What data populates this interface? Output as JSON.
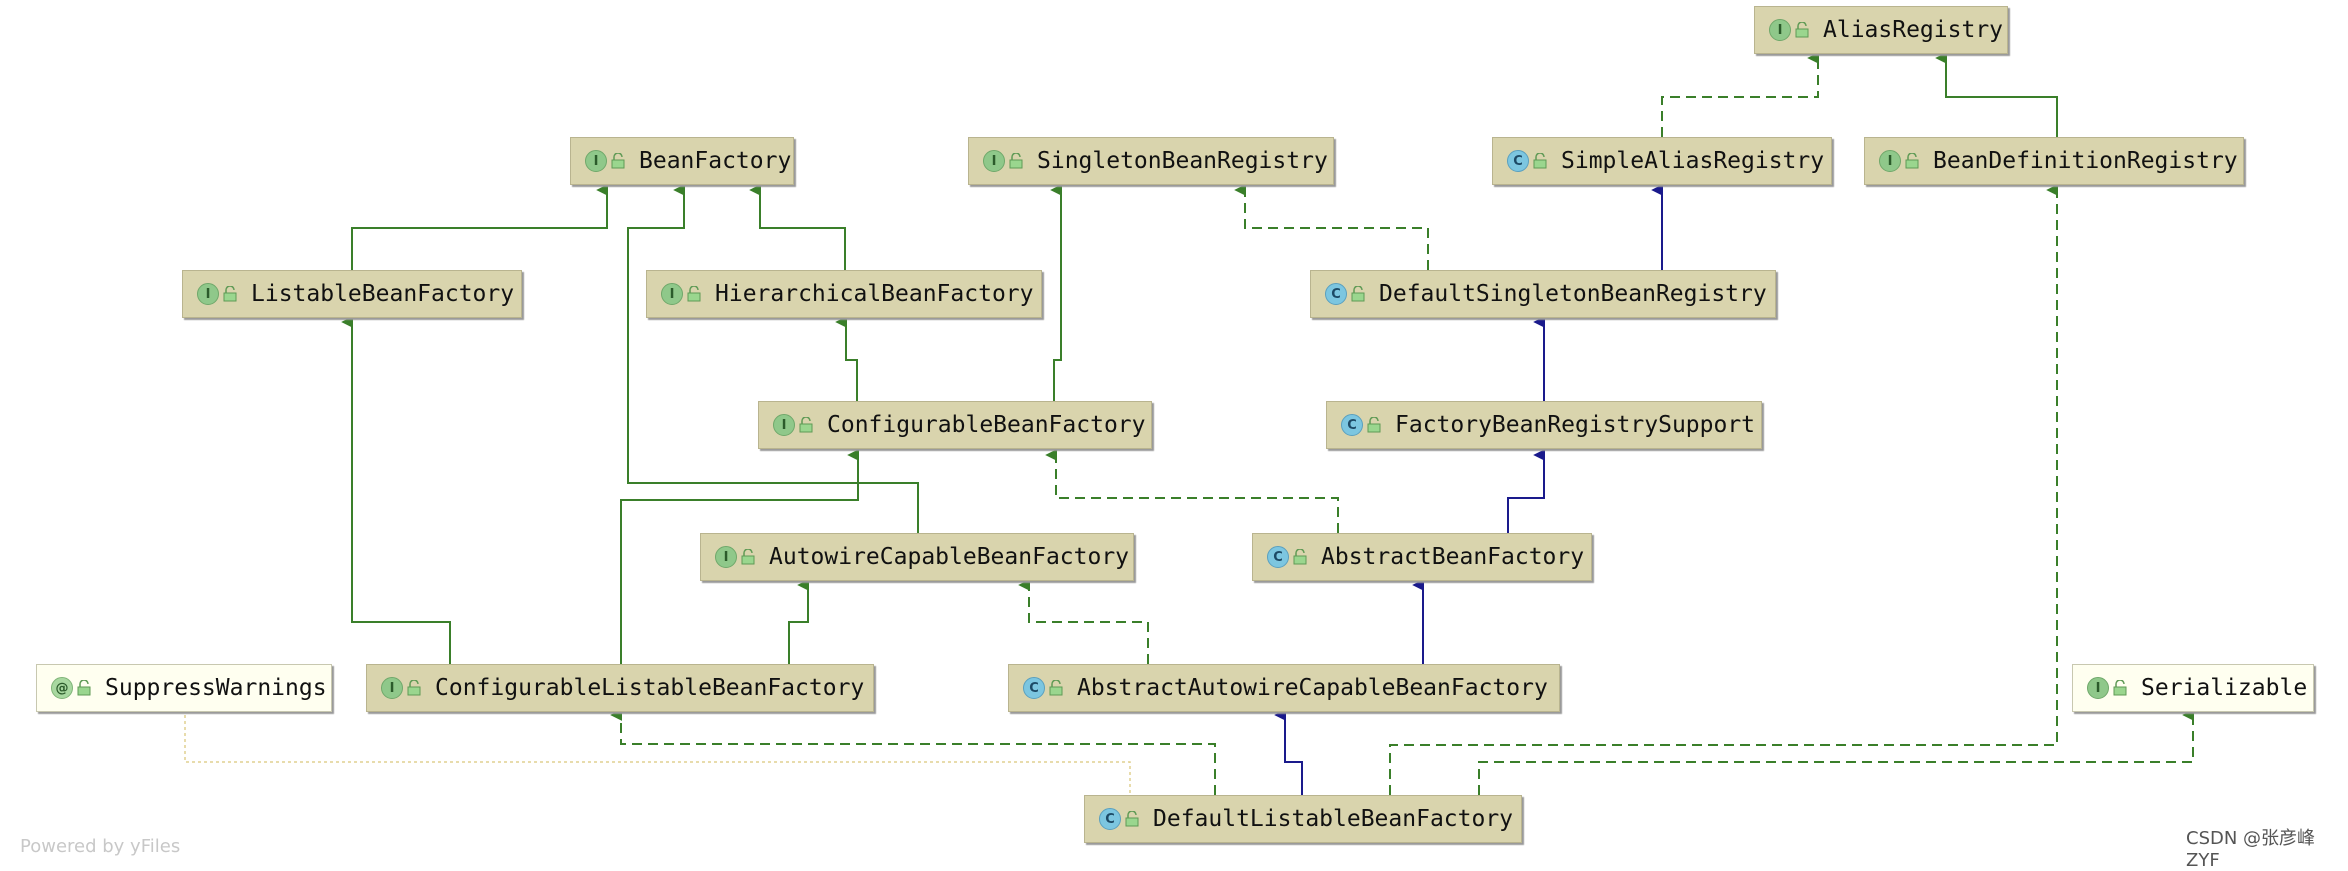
{
  "nodes": {
    "alias_registry": {
      "label": "AliasRegistry",
      "kind": "I"
    },
    "bean_factory": {
      "label": "BeanFactory",
      "kind": "I"
    },
    "singleton_bean_registry": {
      "label": "SingletonBeanRegistry",
      "kind": "I"
    },
    "simple_alias_registry": {
      "label": "SimpleAliasRegistry",
      "kind": "C"
    },
    "bean_definition_registry": {
      "label": "BeanDefinitionRegistry",
      "kind": "I"
    },
    "listable_bean_factory": {
      "label": "ListableBeanFactory",
      "kind": "I"
    },
    "hierarchical_bean_factory": {
      "label": "HierarchicalBeanFactory",
      "kind": "I"
    },
    "default_singleton_bean_registry": {
      "label": "DefaultSingletonBeanRegistry",
      "kind": "C"
    },
    "configurable_bean_factory": {
      "label": "ConfigurableBeanFactory",
      "kind": "I"
    },
    "factory_bean_registry_support": {
      "label": "FactoryBeanRegistrySupport",
      "kind": "C"
    },
    "autowire_capable_bean_factory": {
      "label": "AutowireCapableBeanFactory",
      "kind": "I"
    },
    "abstract_bean_factory": {
      "label": "AbstractBeanFactory",
      "kind": "C"
    },
    "suppress_warnings": {
      "label": "SuppressWarnings",
      "kind": "@"
    },
    "configurable_listable_bean_factory": {
      "label": "ConfigurableListableBeanFactory",
      "kind": "I"
    },
    "abstract_autowire_capable_bean_factory": {
      "label": "AbstractAutowireCapableBeanFactory",
      "kind": "C"
    },
    "serializable": {
      "label": "Serializable",
      "kind": "I"
    },
    "default_listable_bean_factory": {
      "label": "DefaultListableBeanFactory",
      "kind": "C"
    }
  },
  "colors": {
    "implements": "#3a7f2a",
    "extends": "#1a1a8c",
    "annotation_link": "#e0d090",
    "node_fill": "#d9d4ad"
  },
  "footer": {
    "text": "Powered by yFiles"
  },
  "credit": {
    "text": "CSDN @张彦峰ZYF"
  }
}
